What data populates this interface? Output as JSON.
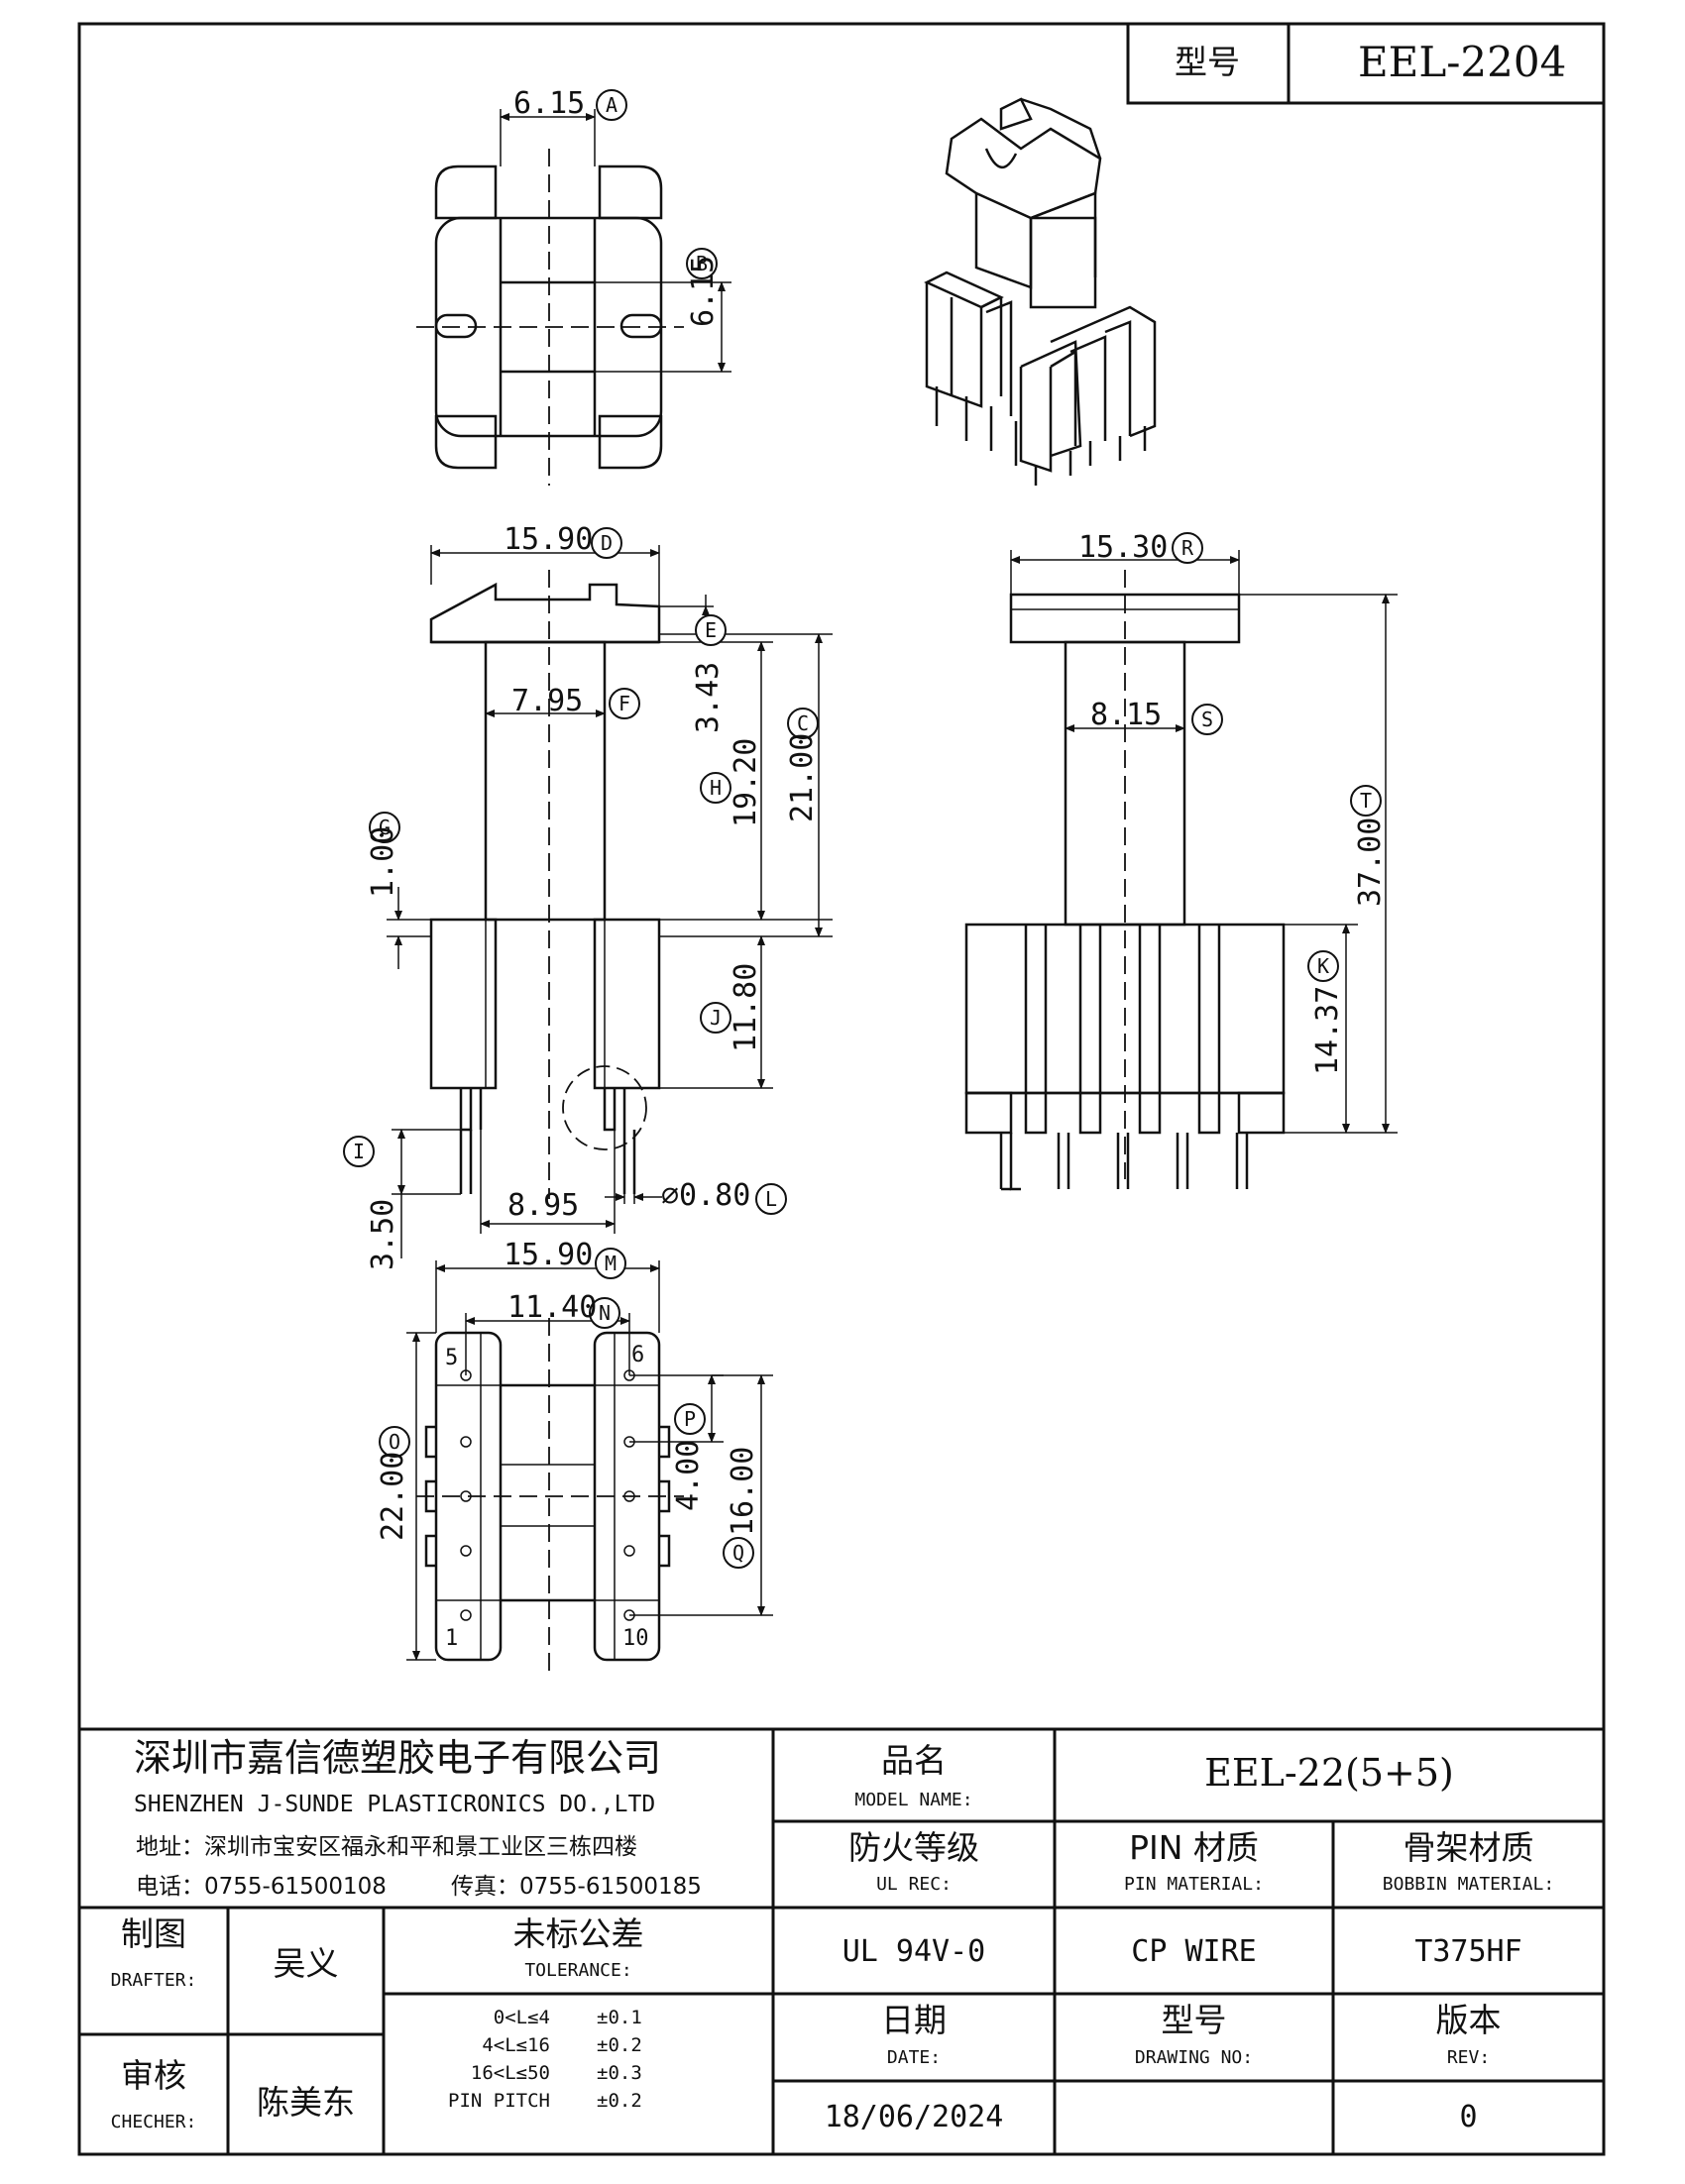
{
  "header": {
    "model_label": "型号",
    "model_value": "EEL-2204"
  },
  "dimensions": {
    "A": "6.15",
    "B": "6.15",
    "D": "15.90",
    "E": "3.43",
    "F": "7.95",
    "C": "21.00",
    "H": "19.20",
    "G": "1.00",
    "J": "11.80",
    "I": "3.50",
    "bottom_span": "8.95",
    "L": "⌀0.80",
    "R": "15.30",
    "S": "8.15",
    "T": "37.00",
    "K": "14.37",
    "M": "15.90",
    "N": "11.40",
    "O": "22.00",
    "P": "4.00",
    "Q": "16.00"
  },
  "letters": [
    "A",
    "B",
    "C",
    "D",
    "E",
    "F",
    "G",
    "H",
    "I",
    "J",
    "K",
    "L",
    "M",
    "N",
    "O",
    "P",
    "Q",
    "R",
    "S",
    "T"
  ],
  "pins": {
    "top_left": "5",
    "top_right": "6",
    "bottom_left": "1",
    "bottom_right": "10"
  },
  "company": {
    "name_cn": "深圳市嘉信德塑胶电子有限公司",
    "name_en": "SHENZHEN J-SUNDE PLASTICRONICS DO.,LTD",
    "address": "地址：深圳市宝安区福永和平和景工业区三栋四楼",
    "phone": "电话：0755-61500108",
    "fax": "传真：0755-61500185"
  },
  "title_block": {
    "model_name_cn": "品名",
    "model_name_en": "MODEL NAME:",
    "model_name_value": "EEL-22(5+5)",
    "ul_cn": "防火等级",
    "ul_en": "UL REC:",
    "ul_value": "UL 94V-0",
    "pin_cn": "PIN 材质",
    "pin_en": "PIN MATERIAL:",
    "pin_value": "CP WIRE",
    "bobbin_cn": "骨架材质",
    "bobbin_en": "BOBBIN MATERIAL:",
    "bobbin_value": "T375HF",
    "drafter_cn": "制图",
    "drafter_en": "DRAFTER:",
    "drafter_name": "吴义",
    "checker_cn": "审核",
    "checker_en": "CHECHER:",
    "checker_name": "陈美东",
    "tolerance_cn": "未标公差",
    "tolerance_en": "TOLERANCE:",
    "tolerances": [
      {
        "range": "0<L≤4",
        "tol": "±0.1"
      },
      {
        "range": "4<L≤16",
        "tol": "±0.2"
      },
      {
        "range": "16<L≤50",
        "tol": "±0.3"
      },
      {
        "range": "PIN PITCH",
        "tol": "±0.2"
      }
    ],
    "date_cn": "日期",
    "date_en": "DATE:",
    "date_value": "18/06/2024",
    "drawing_no_cn": "型号",
    "drawing_no_en": "DRAWING NO:",
    "drawing_no_value": "",
    "rev_cn": "版本",
    "rev_en": "REV:",
    "rev_value": "0"
  }
}
